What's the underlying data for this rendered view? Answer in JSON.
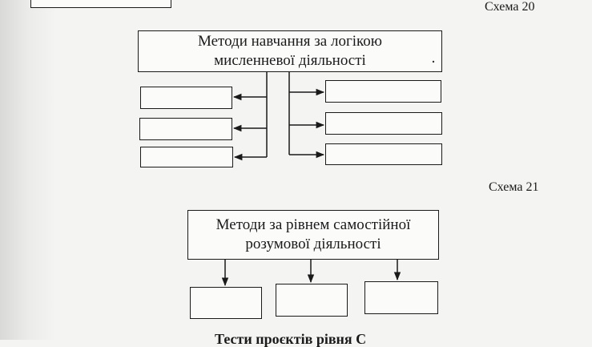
{
  "scheme20": {
    "label": "Схема 20",
    "title": "Методи навчання за логікою\nмисленневої діяльності",
    "left_boxes": [
      "",
      "",
      ""
    ],
    "right_boxes": [
      "",
      "",
      ""
    ]
  },
  "scheme21": {
    "label": "Схема 21",
    "title": "Методи за рівнем самостійної\nрозумової діяльності",
    "bottom_boxes": [
      "",
      "",
      ""
    ]
  },
  "footer": {
    "text": "Тести проєктів рівня С"
  }
}
